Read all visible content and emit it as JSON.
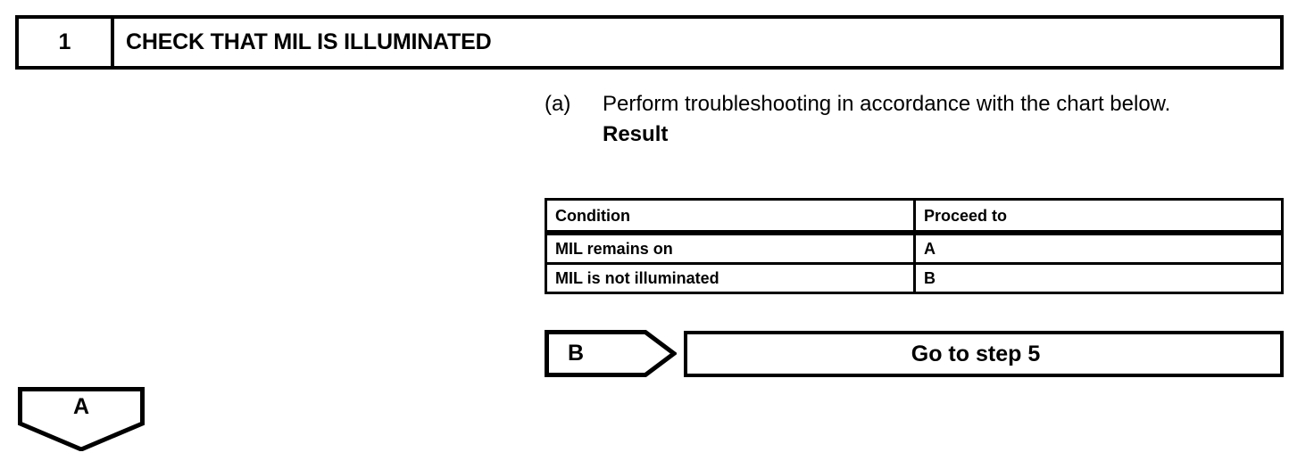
{
  "step_header": {
    "number": "1",
    "title": "CHECK THAT MIL IS ILLUMINATED"
  },
  "procedure": {
    "marker": "(a)",
    "text": "Perform troubleshooting in accordance with the chart below.",
    "subheading": "Result"
  },
  "result_table": {
    "columns": [
      "Condition",
      "Proceed to"
    ],
    "rows": [
      {
        "condition": "MIL remains on",
        "proceed_to": "A"
      },
      {
        "condition": "MIL is not illuminated",
        "proceed_to": "B"
      }
    ]
  },
  "goto_connector": {
    "label": "B",
    "action": "Go to step 5"
  },
  "exit_connector": {
    "label": "A"
  },
  "colors": {
    "ink": "#000000",
    "paper": "#ffffff"
  }
}
